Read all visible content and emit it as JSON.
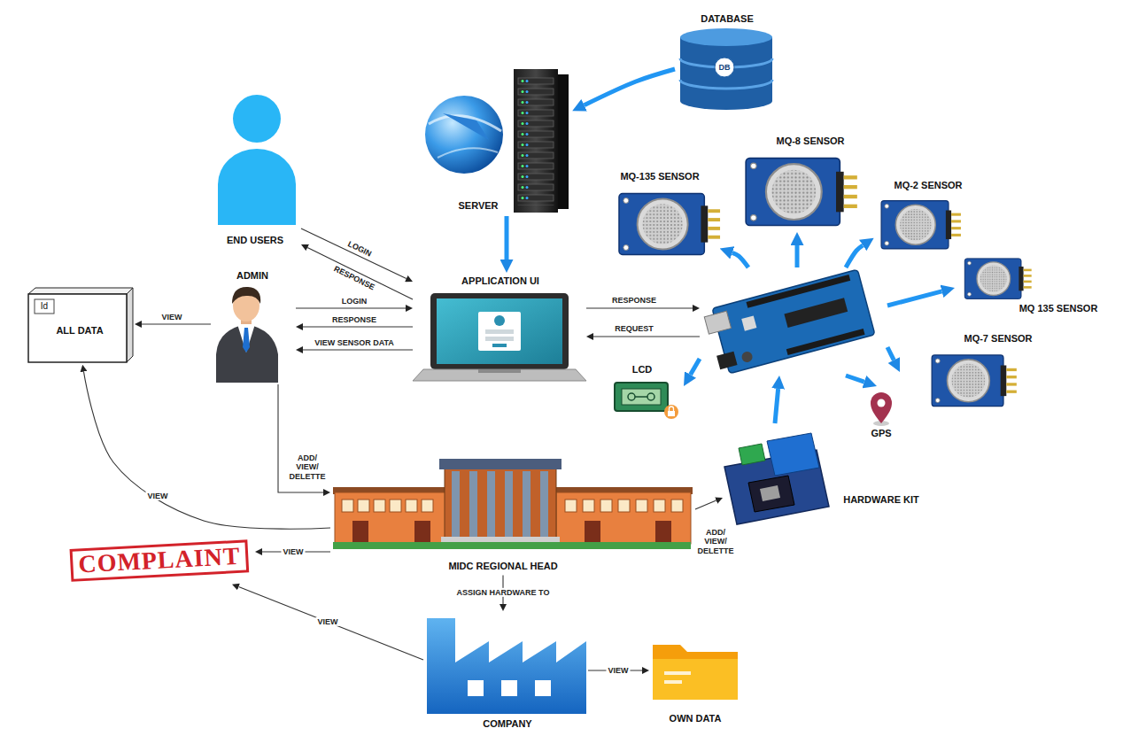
{
  "diagram": {
    "nodes": [
      {
        "text": [
          "DATABASE",
          "DB"
        ]
      },
      {
        "text": [
          "SERVER"
        ]
      },
      {
        "text": [
          "END USERS"
        ]
      },
      {
        "text": [
          "ADMIN"
        ]
      },
      {
        "text": [
          "Id",
          "ALL DATA"
        ]
      },
      {
        "text": [
          "APPLICATION UI"
        ]
      },
      {
        "text": [
          "MQ-8 SENSOR"
        ]
      },
      {
        "text": [
          "MQ-135 SENSOR"
        ]
      },
      {
        "text": [
          "MQ-2 SENSOR"
        ]
      },
      {
        "text": []
      },
      {
        "text": [
          "MQ 135 SENSOR"
        ]
      },
      {
        "text": [
          "MQ-7 SENSOR"
        ]
      },
      {
        "text": [
          "LCD"
        ]
      },
      {
        "text": [
          "GPS"
        ]
      },
      {
        "text": [
          "HARDWARE KIT"
        ]
      },
      {
        "text": [
          "MIDC REGIONAL HEAD"
        ]
      },
      {
        "text": [
          "COMPLAINT"
        ]
      },
      {
        "text": [
          "COMPANY"
        ]
      },
      {
        "text": [
          "OWN DATA"
        ]
      }
    ],
    "edges": [
      {
        "from": 0,
        "to": 1,
        "arrow": "to"
      },
      {
        "from": 1,
        "to": 5,
        "arrow": "to"
      },
      {
        "from": 2,
        "to": 5,
        "label": "LOGIN",
        "arrow": "to"
      },
      {
        "from": 5,
        "to": 2,
        "label": "RESPONSE",
        "arrow": "to"
      },
      {
        "from": 3,
        "to": 5,
        "label": "LOGIN",
        "arrow": "to"
      },
      {
        "from": 5,
        "to": 3,
        "label": "RESPONSE",
        "arrow": "to"
      },
      {
        "from": 5,
        "to": 3,
        "label": "VIEW SENSOR DATA",
        "arrow": "to"
      },
      {
        "from": 3,
        "to": 4,
        "label": "VIEW",
        "arrow": "to"
      },
      {
        "from": 3,
        "to": 15,
        "label": "ADD/ VIEW/ DELETTE",
        "arrow": "to"
      },
      {
        "from": 15,
        "to": 4,
        "label": "VIEW",
        "arrow": "to"
      },
      {
        "from": 15,
        "to": 16,
        "label": "VIEW",
        "arrow": "to"
      },
      {
        "from": 15,
        "to": 14,
        "label": "ADD/ VIEW/ DELETTE",
        "arrow": "to"
      },
      {
        "from": 15,
        "to": 17,
        "label": "ASSIGN HARDWARE TO",
        "arrow": "to"
      },
      {
        "from": 17,
        "to": 16,
        "label": "VIEW",
        "arrow": "to"
      },
      {
        "from": 17,
        "to": 18,
        "label": "VIEW",
        "arrow": "to"
      },
      {
        "from": 5,
        "to": 9,
        "label": "RESPONSE",
        "arrow": "to"
      },
      {
        "from": 9,
        "to": 5,
        "label": "REQUEST",
        "arrow": "to"
      },
      {
        "from": 9,
        "to": 6,
        "arrow": "to"
      },
      {
        "from": 9,
        "to": 7,
        "arrow": "to"
      },
      {
        "from": 9,
        "to": 8,
        "arrow": "to"
      },
      {
        "from": 9,
        "to": 10,
        "arrow": "to"
      },
      {
        "from": 9,
        "to": 11,
        "arrow": "to"
      },
      {
        "from": 9,
        "to": 12,
        "arrow": "to"
      },
      {
        "from": 9,
        "to": 13,
        "arrow": "to"
      },
      {
        "from": 14,
        "to": 9,
        "arrow": "to"
      }
    ]
  }
}
